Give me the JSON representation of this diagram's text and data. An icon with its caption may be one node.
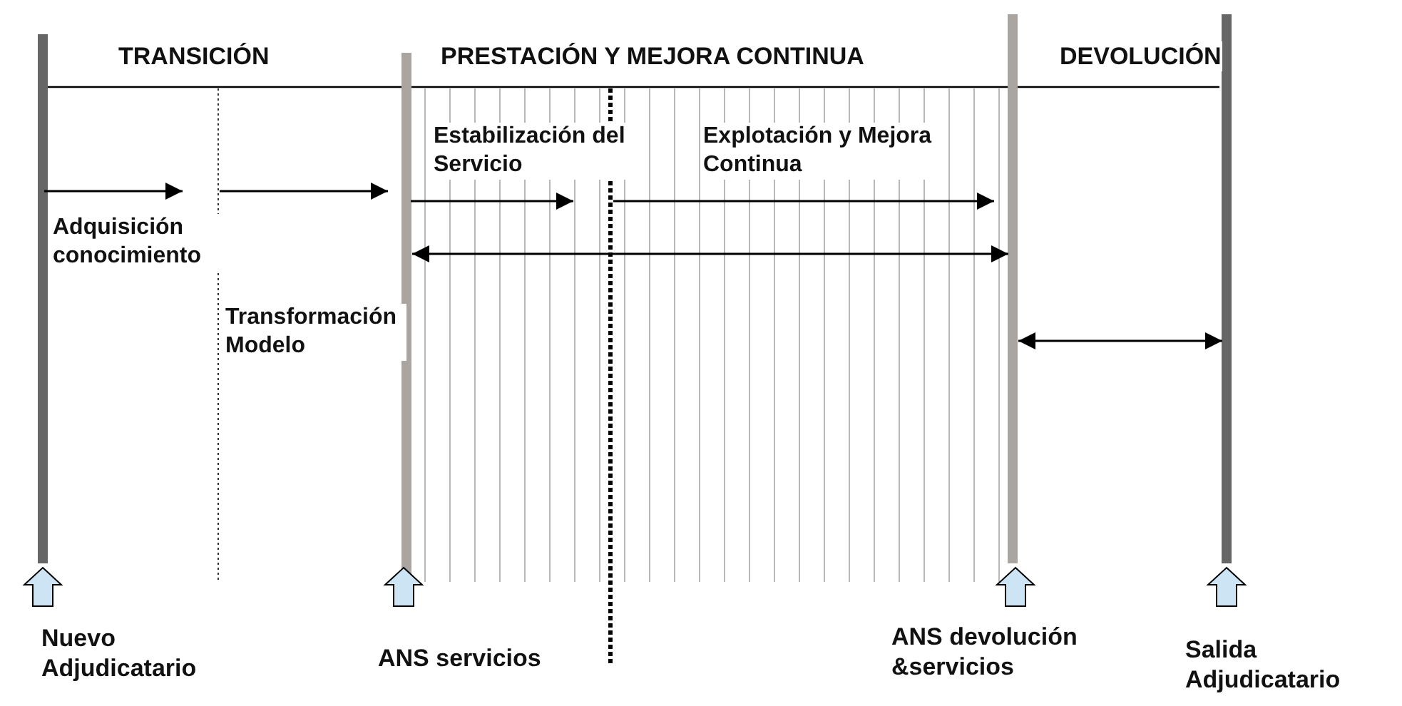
{
  "diagram": {
    "labels": [
      "TRANSICIÓN",
      "PRESTACIÓN Y MEJORA CONTINUA",
      "DEVOLUCIÓN",
      "Estabilización del Servicio",
      "Explotación y Mejora Continua",
      "Adquisición conocimiento",
      "Transformación Modelo",
      "Nuevo Adjudicatario",
      "ANS servicios",
      "ANS devolución &servicios",
      "Salida Adjudicatario"
    ]
  }
}
